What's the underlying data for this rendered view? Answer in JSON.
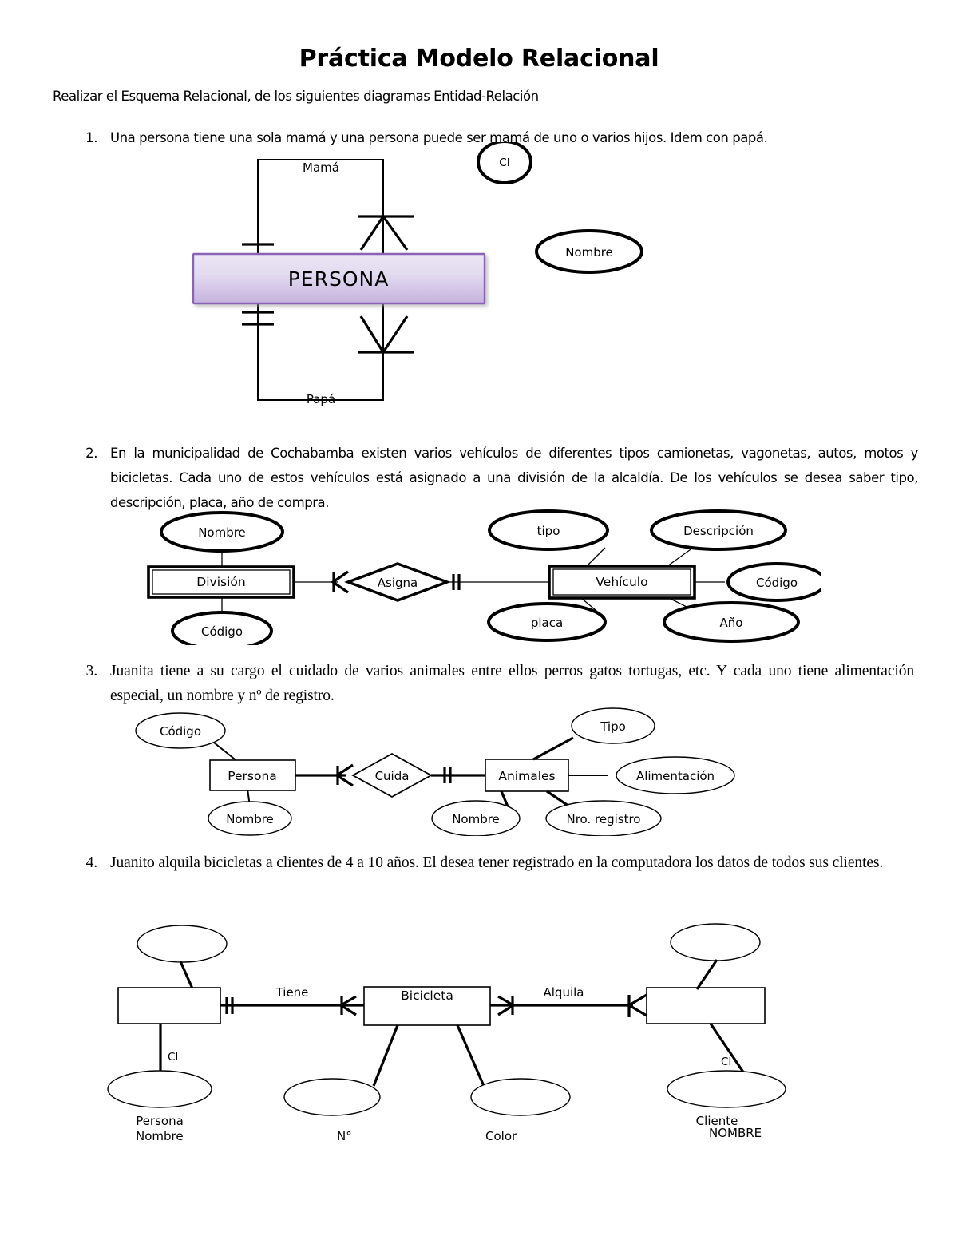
{
  "document": {
    "title": "Práctica Modelo Relacional",
    "intro": "Realizar el Esquema Relacional, de los siguientes diagramas Entidad-Relación"
  },
  "items": [
    {
      "number": "1.",
      "text": "Una persona tiene una sola mamá y una persona puede ser mamá de uno o varios hijos. Idem con papá."
    },
    {
      "number": "2.",
      "text": "En la municipalidad de Cochabamba existen varios vehículos de diferentes tipos camionetas, vagonetas, autos, motos y bicicletas. Cada uno de estos vehículos está asignado a una división de la alcaldía. De los vehículos  se desea saber tipo, descripción, placa, año de compra."
    },
    {
      "number": "3.",
      "text": "Juanita tiene a su cargo el cuidado de varios animales entre ellos perros gatos tortugas, etc. Y cada uno tiene alimentación especial, un nombre y nº de registro."
    },
    {
      "number": "4.",
      "text": "Juanito alquila bicicletas a clientes de 4 a 10 años. El desea tener registrado en la computadora los datos de todos sus clientes."
    }
  ],
  "diagram1": {
    "entity": "PERSONA",
    "entity_fill_top": "#e9e2f2",
    "entity_fill_bottom": "#c9b8df",
    "entity_border": "#8a63b8",
    "loop_top_label": "Mamá",
    "loop_bottom_label": "Papá",
    "attributes": [
      {
        "label": "CI"
      },
      {
        "label": "Nombre"
      }
    ]
  },
  "diagram2": {
    "entities": [
      {
        "label": "División"
      },
      {
        "label": "Vehículo"
      }
    ],
    "relationship": "Asigna",
    "division_attributes": [
      "Nombre",
      "Código"
    ],
    "vehiculo_attributes": [
      "tipo",
      "Descripción",
      "Código",
      "placa",
      "Año"
    ]
  },
  "diagram3": {
    "entities": [
      {
        "label": "Persona"
      },
      {
        "label": "Animales"
      }
    ],
    "relationship": "Cuida",
    "persona_attributes": [
      "Código",
      "Nombre"
    ],
    "animales_attributes": [
      "Tipo",
      "Alimentación",
      "Nombre",
      "Nro. registro"
    ]
  },
  "diagram4": {
    "relationships": [
      "Tiene",
      "Alquila"
    ],
    "center_entity": "Bicicleta",
    "left_entity_caption": "Persona",
    "left_link_label": "CI",
    "right_entity_caption": "Cliente",
    "right_link_label": "CI",
    "bottom_labels": [
      "Nombre",
      "N°",
      "Color",
      "NOMBRE"
    ]
  }
}
